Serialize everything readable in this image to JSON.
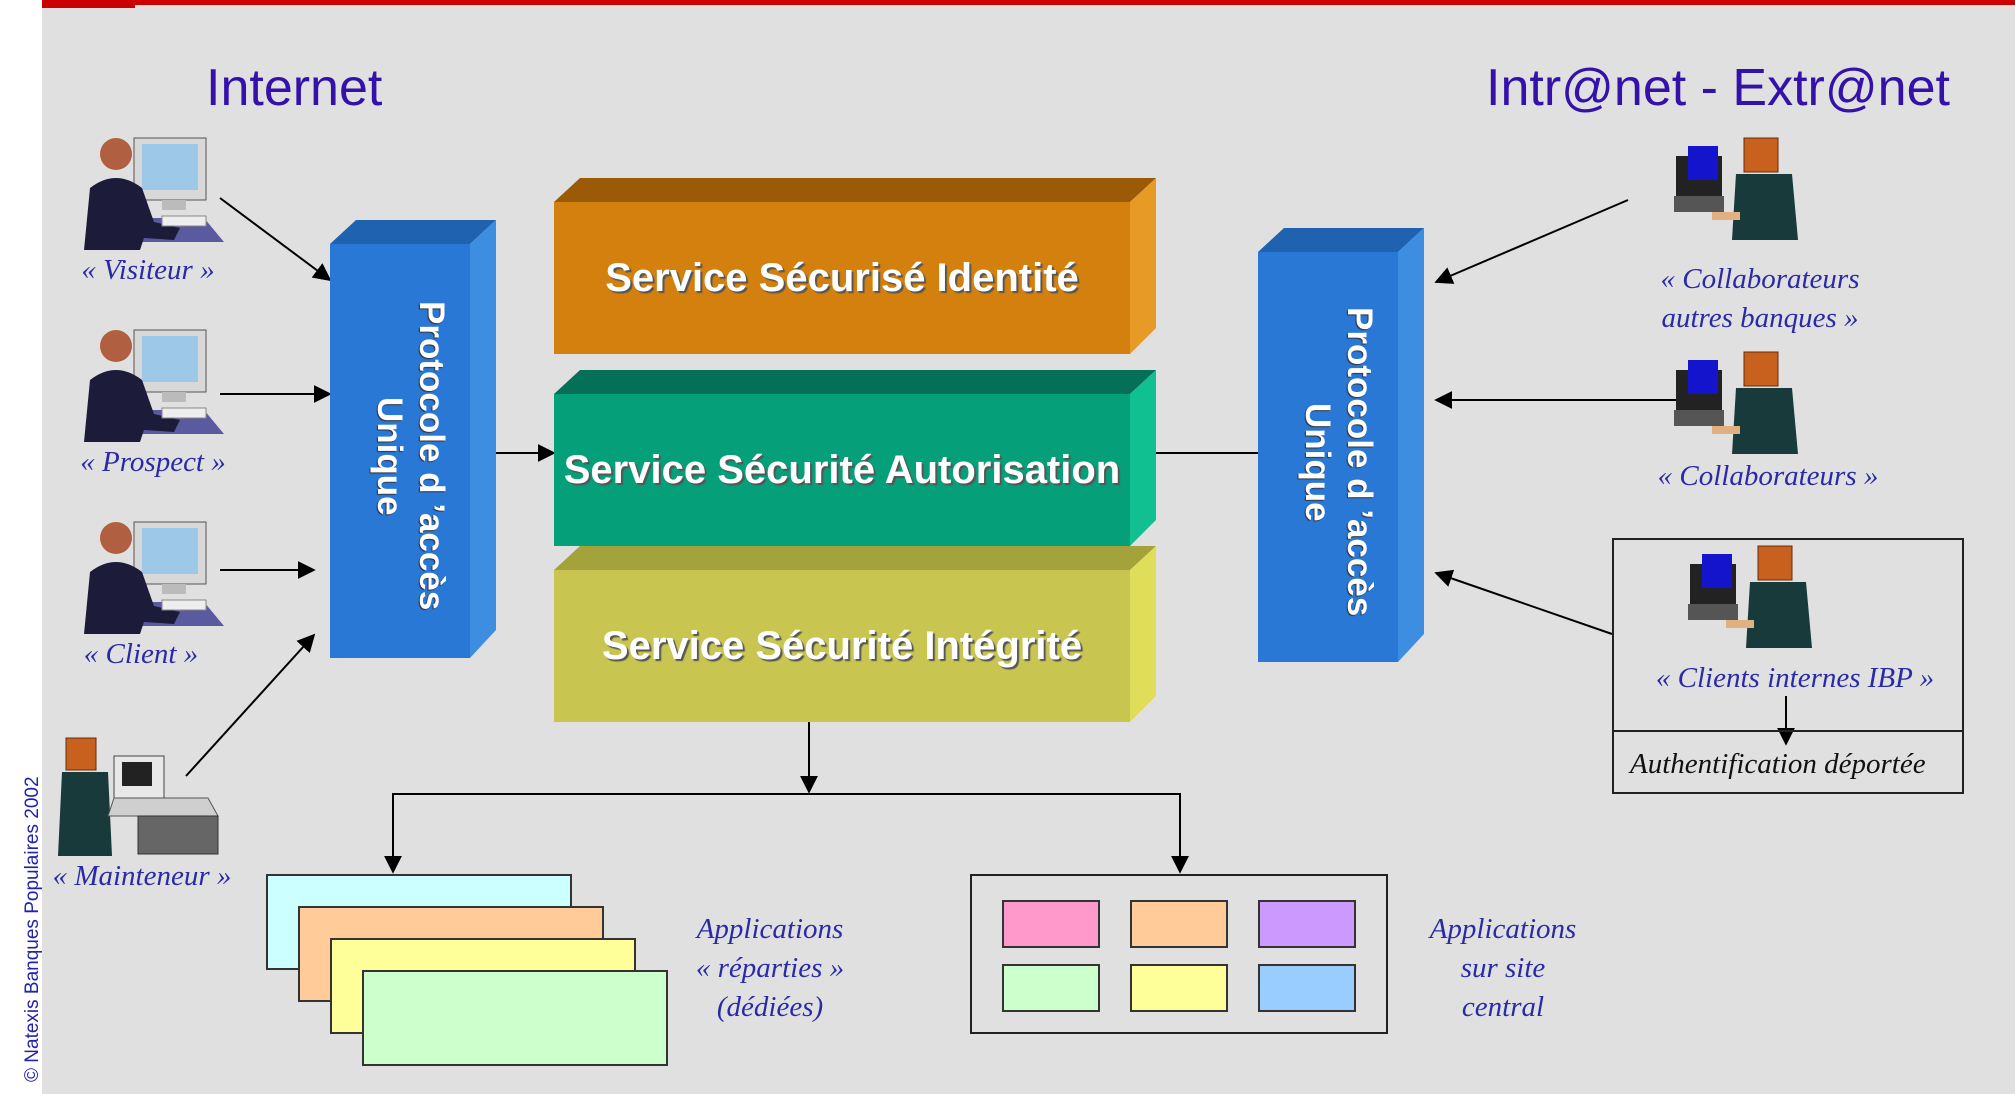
{
  "copyright": "© Natexis Banques Populaires 2002",
  "zones": {
    "left_title": "Internet",
    "right_title": "Intr@net - Extr@net"
  },
  "left_users": [
    {
      "label": "« Visiteur »",
      "icon": "user-at-computer-icon"
    },
    {
      "label": "« Prospect »",
      "icon": "user-at-computer-icon"
    },
    {
      "label": "« Client »",
      "icon": "user-at-computer-icon"
    },
    {
      "label": "« Mainteneur »",
      "icon": "operator-at-terminal-icon"
    }
  ],
  "right_users": [
    {
      "line1": "« Collaborateurs",
      "line2": "autres banques »",
      "icon": "employee-at-workstation-icon"
    },
    {
      "line1": "« Collaborateurs »",
      "icon": "employee-at-workstation-icon"
    },
    {
      "line1": "« Clients internes IBP »",
      "icon": "employee-at-workstation-icon"
    }
  ],
  "access_protocol": {
    "line1": "Protocole d ’accès",
    "line2": "Unique"
  },
  "services": [
    {
      "label": "Service Sécurisé Identité",
      "color": "#d4800e"
    },
    {
      "label": "Service Sécurité Autorisation",
      "color": "#05a07a"
    },
    {
      "label": "Service Sécurité Intégrité",
      "color": "#c8c650"
    }
  ],
  "remote_auth": "Authentification déportée",
  "apps_distributed": {
    "line1": "Applications",
    "line2": "« réparties »",
    "line3": "(dédiées)",
    "card_colors": [
      "#ccffff",
      "#ffcc99",
      "#ffff99",
      "#ccffcc"
    ]
  },
  "apps_central": {
    "line1": "Applications",
    "line2": "sur site",
    "line3": "central",
    "module_colors": [
      "#ff99cc",
      "#ffcc99",
      "#cc99ff",
      "#ccffcc",
      "#ffff99",
      "#99ccff"
    ]
  },
  "colors": {
    "accent_red": "#cc0000",
    "title_purple": "#3311aa",
    "caption_blue": "#2a2aa8",
    "protocol_blue": "#2a78d6"
  }
}
